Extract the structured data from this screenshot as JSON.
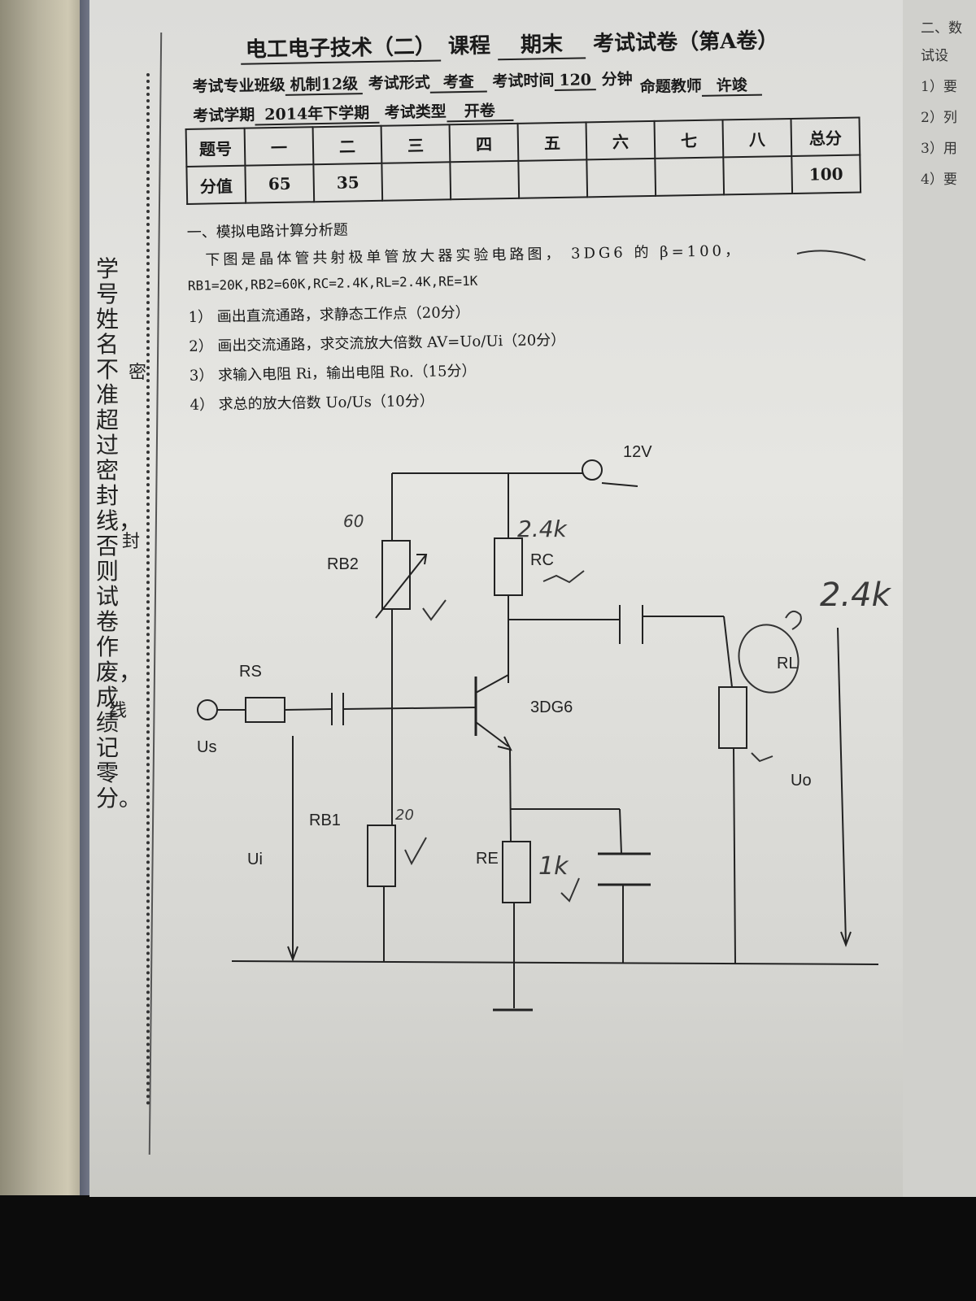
{
  "exam_header": {
    "course": "电工电子技术（二）",
    "course_word": "课程",
    "term_type": "期末",
    "paper_title": "考试试卷（第A卷）",
    "major_label": "考试专业班级",
    "major": "机制12级",
    "form_label": "考试形式",
    "form": "考查",
    "time_label": "考试时间",
    "time": "120",
    "time_unit": "分钟",
    "teacher_label": "命题教师",
    "teacher": "许竣",
    "semester_label": "考试学期",
    "semester": "2014年下学期",
    "type_label": "考试类型",
    "type": "开卷"
  },
  "score_table": {
    "row1": [
      "题号",
      "一",
      "二",
      "三",
      "四",
      "五",
      "六",
      "七",
      "八",
      "总分"
    ],
    "row2": [
      "分值",
      "65",
      "35",
      "",
      "",
      "",
      "",
      "",
      "",
      "100"
    ]
  },
  "section1": {
    "title": "一、模拟电路计算分析题",
    "intro": "下图是晶体管共射极单管放大器实验电路图， 3DG6 的 β=100，",
    "params": "RB1=20K,RB2=60K,RC=2.4K,RL=2.4K,RE=1K",
    "items": [
      "1） 画出直流通路，求静态工作点（20分）",
      "2） 画出交流通路，求交流放大倍数 AV=Uo/Ui（20分）",
      "3） 求输入电阻 Ri，输出电阻 Ro.（15分）",
      "4） 求总的放大倍数 Uo/Us（10分）"
    ]
  },
  "circuit": {
    "vcc": "12V",
    "rb2": "RB2",
    "rc": "RC",
    "rs": "RS",
    "rl": "RL",
    "rb1": "RB1",
    "re": "RE",
    "transistor": "3DG6",
    "us": "Us",
    "ui": "Ui",
    "uo": "Uo",
    "handwriting": {
      "rb2_value": "60",
      "rc_value": "2.4k",
      "rl_value": "2.4k",
      "rb1_value": "20",
      "re_value": "1k"
    }
  },
  "binding_margin": {
    "note": "学号姓名不准超过密封线，否则试卷作废，成绩记零分。",
    "mi": "密",
    "feng": "封",
    "xian": "线"
  },
  "next_page": {
    "lines": [
      "二、数",
      "试设",
      "1）要",
      "2）列",
      "3）用",
      "4）要"
    ]
  }
}
